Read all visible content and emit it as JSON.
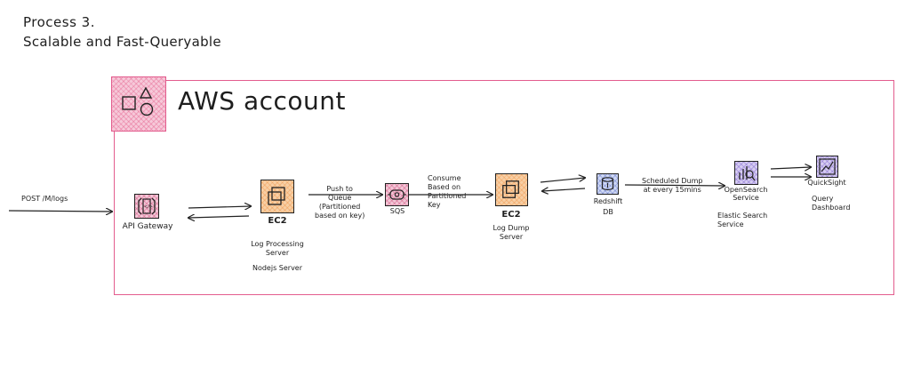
{
  "title": {
    "line1": "Process 3.",
    "line2": "Scalable and Fast-Queryable"
  },
  "account": {
    "label": "AWS account",
    "icon": "shapes-icon",
    "color": "#e35d8e"
  },
  "request": {
    "label": "POST /M/logs"
  },
  "nodes": {
    "api_gateway": {
      "label": "API Gateway",
      "icon": "api-gateway-icon"
    },
    "ec2_1": {
      "label": "EC2",
      "caption1": "Log Processing",
      "caption2": "Server",
      "caption3": "Nodejs Server",
      "icon": "ec2-icon"
    },
    "sqs": {
      "label": "SQS",
      "icon": "sqs-icon"
    },
    "ec2_2": {
      "label": "EC2",
      "caption1": "Log Dump",
      "caption2": "Server",
      "icon": "ec2-icon"
    },
    "redshift": {
      "label": "Redshift",
      "caption": "DB",
      "icon": "redshift-icon"
    },
    "opensearch": {
      "label1": "OpenSearch",
      "label2": "Service",
      "caption1": "Elastic Search",
      "caption2": "Service",
      "icon": "opensearch-icon"
    },
    "quicksight": {
      "label": "QuickSight",
      "caption1": "Query",
      "caption2": "Dashboard",
      "icon": "quicksight-icon"
    }
  },
  "edges": {
    "push_to_queue": "Push to\nQueue\n(Partitioned\nbased on key)",
    "consume": "Consume\nBased on\nPartitioned\nKey",
    "scheduled_dump": "Scheduled Dump\nat every 15mins"
  }
}
